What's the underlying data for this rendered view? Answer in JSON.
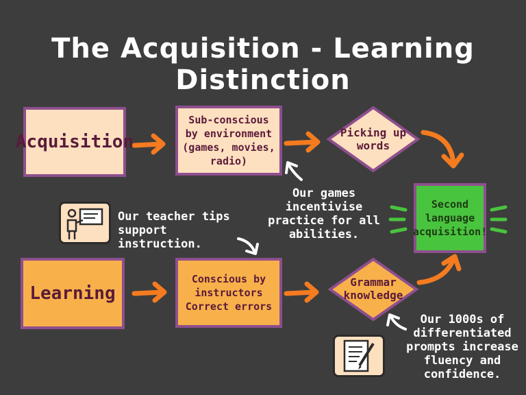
{
  "title": "The Acquisition - Learning Distinction",
  "acquisition": {
    "label": "Acquisition",
    "subconscious": "Sub-conscious by environment (games, movies, radio)",
    "picking_up": "Picking up words"
  },
  "learning": {
    "label": "Learning",
    "conscious": "Conscious by instructors Correct errors",
    "grammar": "Grammar knowledge"
  },
  "outcome": "Second language acquisition!",
  "notes": {
    "games": "Our games incentivise practice for all abilities.",
    "teacher": "Our teacher tips support instruction.",
    "prompts": "Our 1000s of differentiated prompts increase fluency and confidence."
  },
  "icons": {
    "teacher": "teacher-presenting-icon",
    "prompts": "writing-document-icon"
  },
  "colors": {
    "background": "#3d3d3d",
    "light_box": "#fde0bf",
    "orange_box": "#f8b14a",
    "green_box": "#49c43f",
    "border": "#8e4f8e",
    "arrow": "#f47b20"
  }
}
